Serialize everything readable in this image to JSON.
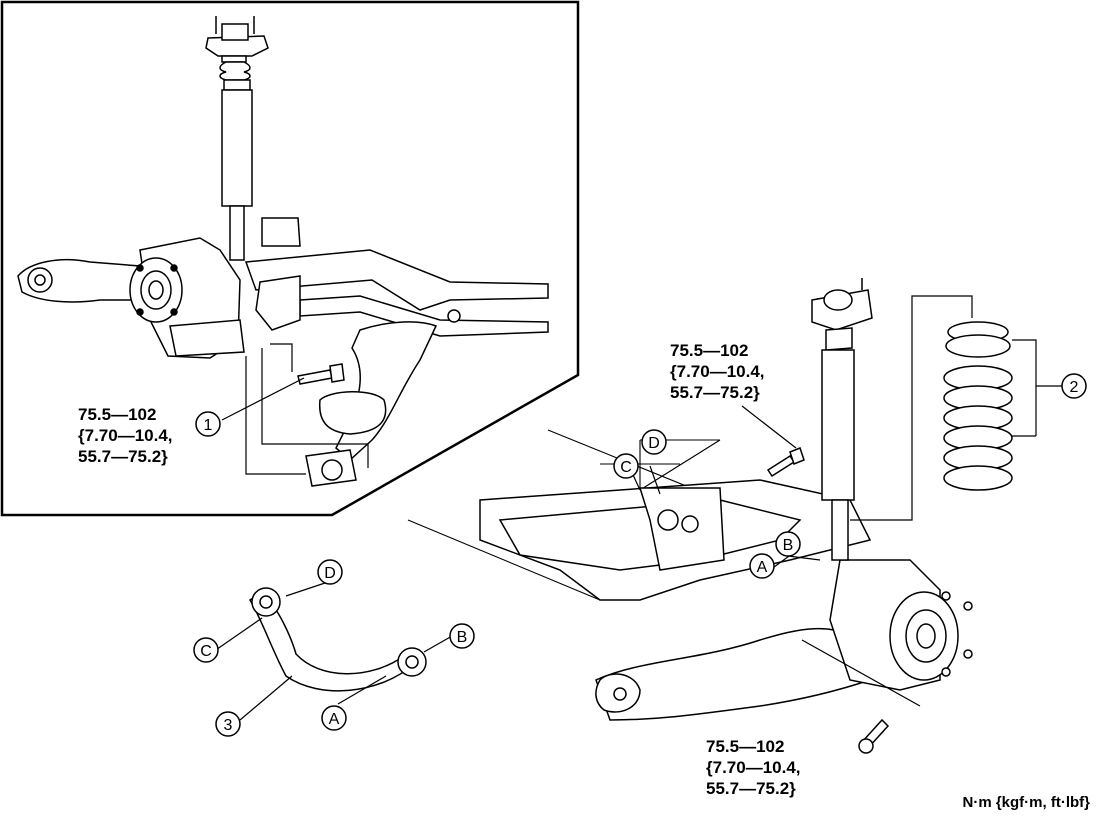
{
  "torque_specs": [
    {
      "id": "inset",
      "lines": [
        "75.5—102",
        "{7.70—10.4,",
        "55.7—75.2}"
      ]
    },
    {
      "id": "upper",
      "lines": [
        "75.5—102",
        "{7.70—10.4,",
        "55.7—75.2}"
      ]
    },
    {
      "id": "lower",
      "lines": [
        "75.5—102",
        "{7.70—10.4,",
        "55.7—75.2}"
      ]
    }
  ],
  "callouts": {
    "num1": "1",
    "num2": "2",
    "num3": "3",
    "a_arm": "A",
    "b_arm": "B",
    "c_arm": "C",
    "d_arm": "D",
    "a_frame": "A",
    "b_frame": "B",
    "c_frame": "C",
    "d_frame": "D"
  },
  "unit_label": "N·m {kgf·m, ft·lbf}"
}
